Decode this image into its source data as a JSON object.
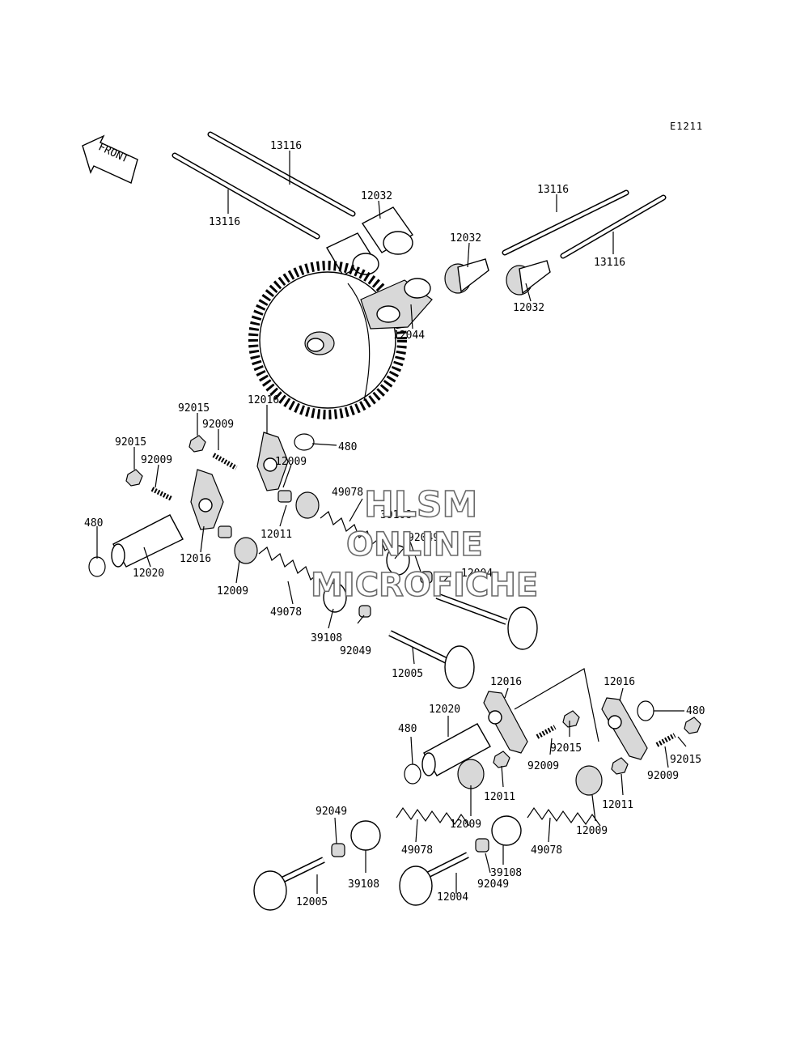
{
  "diagram": {
    "ref_code": "E1211",
    "front_arrow_text": "FRONT",
    "watermark": {
      "line1": "HLSM",
      "line2": "ONLINE",
      "line3": "MICROFICHE"
    },
    "labels": {
      "pushrod_left_upper": "13116",
      "pushrod_left_lower": "13116",
      "pushrod_right_upper": "13116",
      "pushrod_right_lower": "13116",
      "tappet_a": "12032",
      "tappet_b": "12032",
      "tappet_c": "12032",
      "camshaft": "12044",
      "rocker_upper_a": "12016",
      "rocker_upper_b": "12016",
      "rocker_lower_a": "12016",
      "rocker_lower_b": "12016",
      "nut_a": "92015",
      "nut_b": "92015",
      "nut_c": "92015",
      "nut_d": "92015",
      "screw_a": "92009",
      "screw_b": "92009",
      "screw_c": "92009",
      "screw_d": "92009",
      "circlip_a": "480",
      "circlip_b": "480",
      "circlip_c": "480",
      "circlip_d": "480",
      "pivot_upper_a": "12009",
      "pivot_upper_b": "12009",
      "pivot_lower_a": "12009",
      "pivot_lower_b": "12009",
      "collar_upper": "12011",
      "collar_lower_a": "12011",
      "collar_lower_b": "12011",
      "shaft_upper": "12020",
      "shaft_lower": "12020",
      "spring_upper_a": "49078",
      "spring_upper_b": "49078",
      "spring_lower_a": "49078",
      "spring_lower_b": "49078",
      "retainer_upper_a": "39108",
      "retainer_upper_b": "39108",
      "retainer_lower_a": "39108",
      "retainer_lower_b": "39108",
      "keeper_upper_a": "92049",
      "keeper_upper_b": "92049",
      "keeper_lower_a": "92049",
      "keeper_lower_b": "92049",
      "valve_exhaust_upper": "12004",
      "valve_exhaust_lower": "12004",
      "valve_intake_upper": "12005",
      "valve_intake_lower": "12005"
    }
  }
}
